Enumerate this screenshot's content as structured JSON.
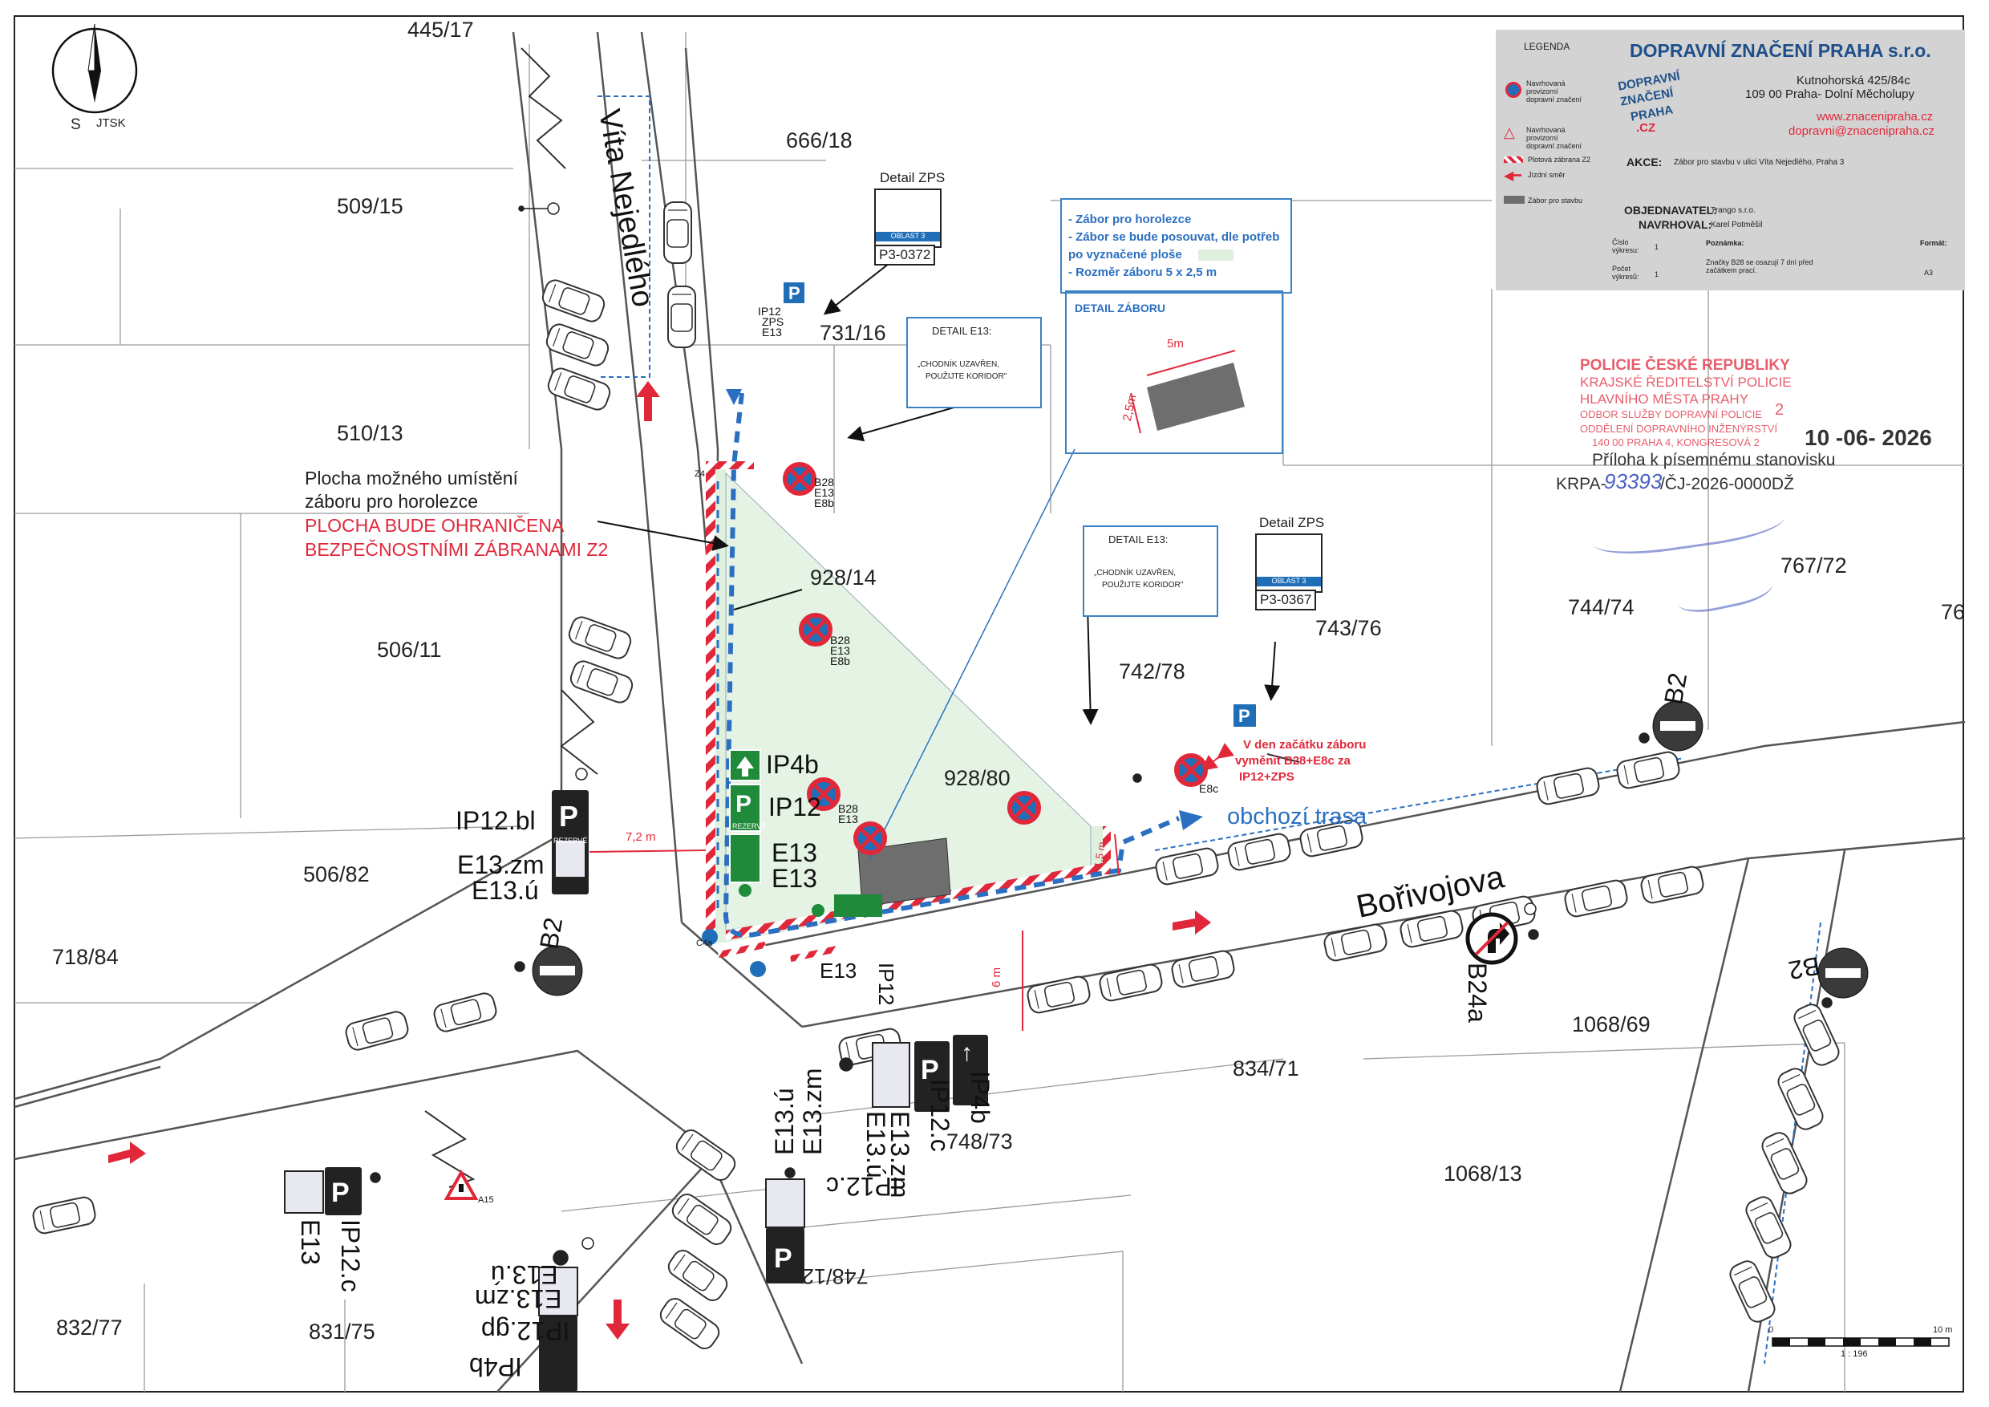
{
  "company": {
    "name": "DOPRAVNÍ ZNAČENÍ PRAHA s.r.o.",
    "address_1": "Kutnohorská 425/84c",
    "address_2": "109 00 Praha- Dolní Měcholupy",
    "web": "www.znacenipraha.cz",
    "email": "dopravni@znacenipraha.cz",
    "logo_l1": "DOPRAVNÍ",
    "logo_l2": "ZNAČENÍ",
    "logo_l3": "PRAHA",
    "logo_l4": ".CZ"
  },
  "title_block": {
    "legend_title": "LEGENDA",
    "legend_items": [
      "Navrhovaná provizorní dopravní značení",
      "Navrhovaná provizorní dopravní značení",
      "Plotová zábrana Z2",
      "Jízdní směr",
      "Zábor pro stavbu"
    ],
    "akce_label": "AKCE:",
    "akce_value": "Zábor pro stavbu v ulici Víta Nejedlého, Praha 3",
    "objednatel_label": "OBJEDNAVATEL:",
    "objednatel_value": "Trango s.r.o.",
    "navrhoval_label": "NAVRHOVAL:",
    "navrhoval_value": "Karel Potměšil",
    "cislo_label": "Číslo výkresu:",
    "cislo_value": "1",
    "pocet_label": "Počet výkresů:",
    "pocet_value": "1",
    "poznamka_label": "Poznámka:",
    "poznamka_value": "Značky B28 se osazují 7 dní před začátkem prací.",
    "format_label": "Formát:",
    "format_value": "A3"
  },
  "stamp": {
    "l1": "POLICIE ČESKÉ REPUBLIKY",
    "l2": "KRAJSKÉ ŘEDITELSTVÍ POLICIE",
    "l3": "HLAVNÍHO MĚSTA PRAHY",
    "l4": "ODBOR SLUŽBY DOPRAVNÍ POLICIE",
    "l5": "ODDĚLENÍ DOPRAVNÍHO INŽENÝRSTVÍ",
    "l6": "140 00 PRAHA 4, KONGRESOVÁ 2",
    "num": "2",
    "date": "10 -06- 2026",
    "priloha": "Příloha k písemnému stanovisku",
    "krpa": "KRPA-",
    "krpa_hand": "93393",
    "krpa_tail": "/ČJ-2026-0000DŽ"
  },
  "compass": {
    "south": "S",
    "system": "JTSK"
  },
  "streets": {
    "vita": "Víta Nejedlého",
    "borivojova": "Bořivojova"
  },
  "parcels": [
    "445/17",
    "666/18",
    "509/15",
    "731/16",
    "510/13",
    "928/14",
    "506/11",
    "743/76",
    "744/74",
    "767/72",
    "76",
    "742/78",
    "928/80",
    "506/82",
    "718/84",
    "1068/69",
    "834/71",
    "748/73",
    "1068/13",
    "748/12",
    "832/77",
    "831/75"
  ],
  "callouts": {
    "plocha_1": "Plocha možného umístění",
    "plocha_2": "záboru pro horolezce",
    "plocha_3": "PLOCHA BUDE OHRANIČENA",
    "plocha_4": "BEZPEČNOSTNÍMI ZÁBRANAMI Z2",
    "detail_zps": "Detail ZPS",
    "p3_0372": "P3-0372",
    "p3_0367": "P3-0367",
    "detail_e13": "DETAIL E13:",
    "e13_text_1": "„CHODNÍK UZAVŘEN,",
    "e13_text_2": "POUŽIJTE KORIDOR\"",
    "zabor_1": "- Zábor pro horolezce",
    "zabor_2": "- Zábor se bude posouvat, dle potřeb",
    "zabor_3": "po vyznačené ploše",
    "zabor_4": "- Rozměr záboru 5 x 2,5 m",
    "detail_zaboru": "DETAIL ZÁBORU",
    "dim_5m": "5m",
    "dim_25m": "2,5m",
    "vymena_1": "V den začátku záboru",
    "vymena_2": "vyměnit B28+E8c za",
    "vymena_3": "IP12+ZPS",
    "obchozi": "obchozí trasa",
    "dim_72": "7,2 m",
    "dim_6m": "6 m",
    "dim_15": "1,5 m",
    "oblast": "OBLAST 3"
  },
  "signs": {
    "ip12bl": "IP12.bl",
    "e13zm": "E13.zm",
    "e13u": "E13.ú",
    "b2": "B2",
    "ip4b": "IP4b",
    "ip12": "IP12",
    "e13": "E13",
    "b28": "B28",
    "e8b": "E8b",
    "e8c": "E8c",
    "b24a": "B24a",
    "ip12c": "IP12.c",
    "ip12gp": "IP12.gp",
    "zps": "ZPS",
    "reserve": "REZERVÉ",
    "p": "P",
    "a15": "A15",
    "z4": "Z4",
    "c4a": "C4a"
  },
  "scale": {
    "zero": "0",
    "ten": "10 m",
    "ratio": "1 : 196"
  },
  "colors": {
    "zone": "#dff0df",
    "route": "#2b6fc0",
    "barrier": "#e0283a",
    "sign_blue": "#1f6fb8",
    "sign_green": "#1f8a3a"
  }
}
